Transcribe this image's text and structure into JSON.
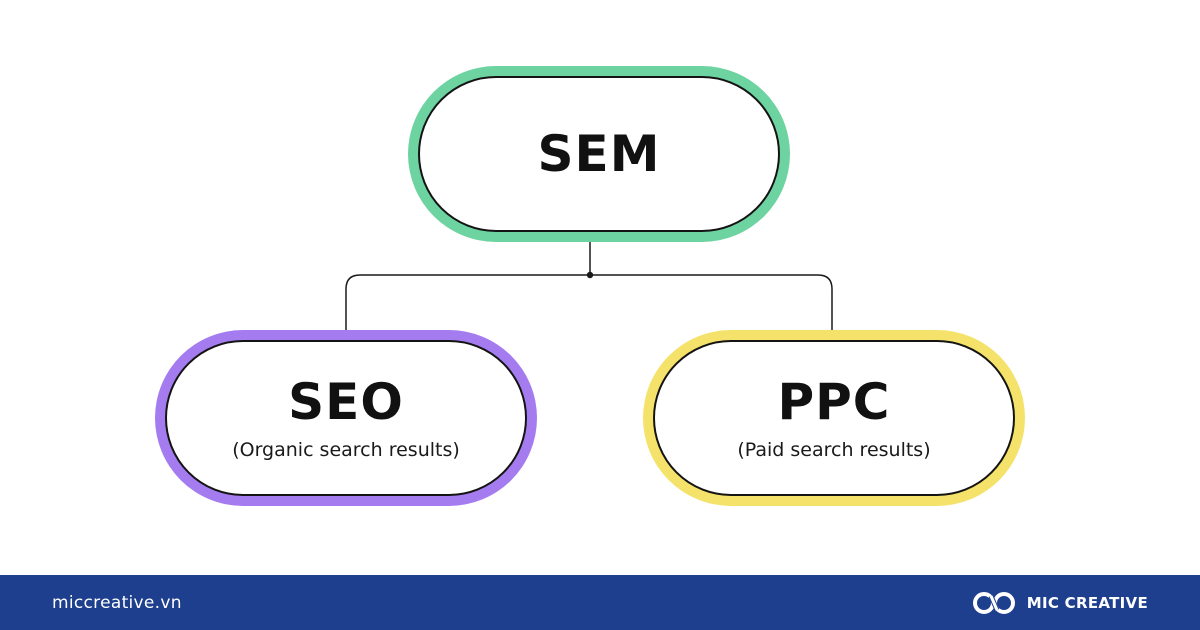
{
  "diagram": {
    "root": {
      "title": "SEM",
      "border_color": "#6dd3a0"
    },
    "children": [
      {
        "title": "SEO",
        "subtitle": "(Organic search results)",
        "border_color": "#a57cf0"
      },
      {
        "title": "PPC",
        "subtitle": "(Paid search results)",
        "border_color": "#f5e26a"
      }
    ]
  },
  "footer": {
    "url": "miccreative.vn",
    "brand_name": "MIC CREATIVE",
    "logo_icon": "infinity-link-logo-icon",
    "background": "#1e3f8e"
  }
}
